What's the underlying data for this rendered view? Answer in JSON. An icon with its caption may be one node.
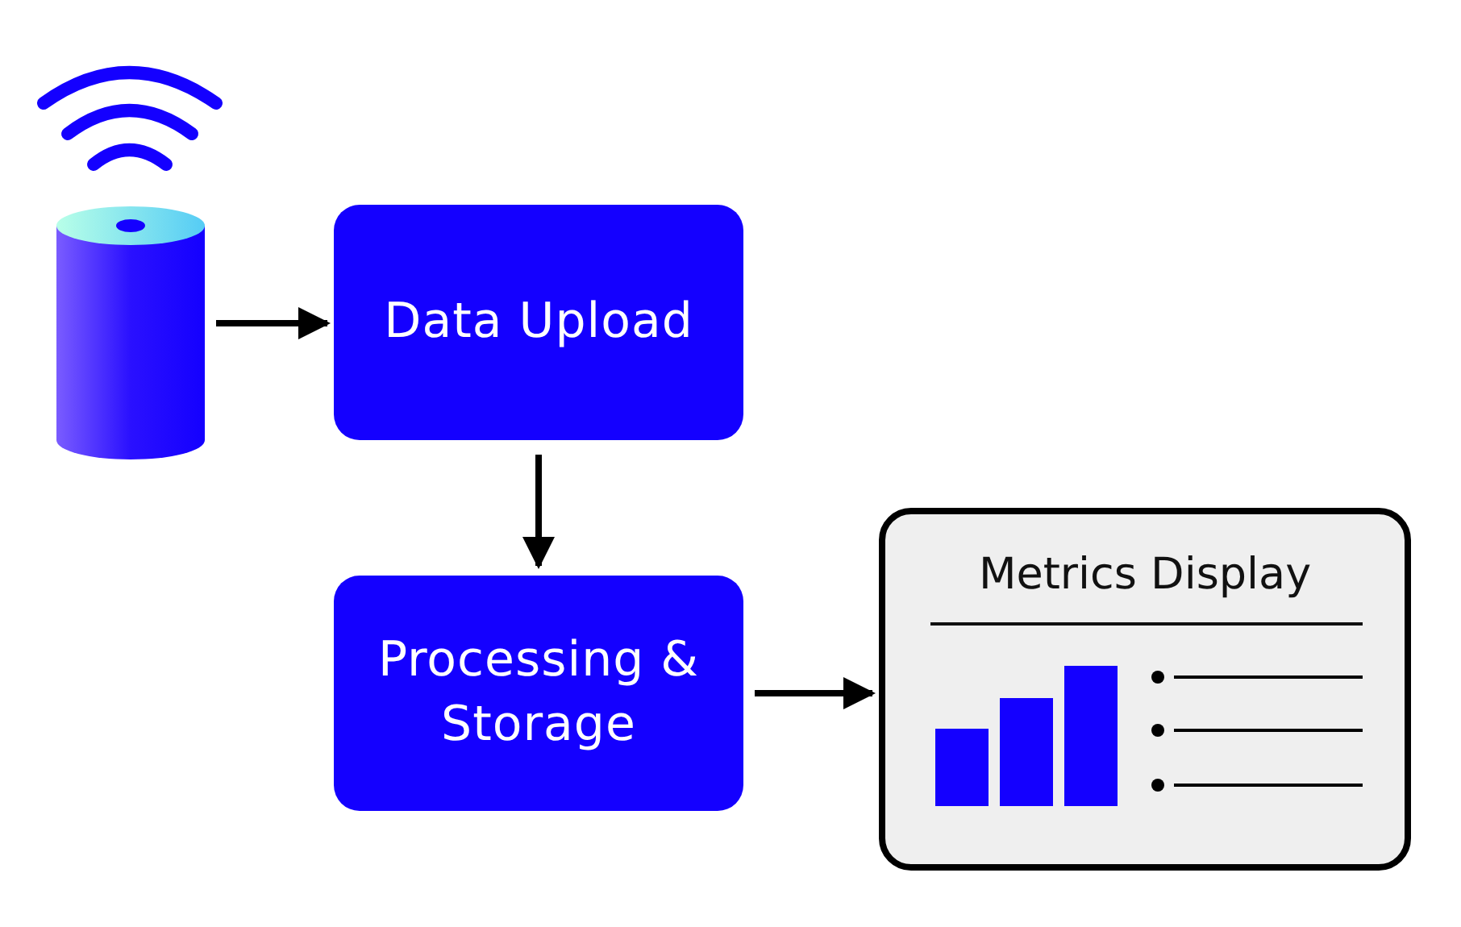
{
  "diagram": {
    "nodes": [
      {
        "text": [],
        "shape": "cylinder"
      },
      {
        "text": [
          "Data Upload"
        ]
      },
      {
        "text": [
          "Processing & Storage"
        ]
      },
      {
        "text": [
          "Metrics Display"
        ]
      }
    ],
    "edges": [
      {
        "from": 0,
        "to": 1,
        "arrow": "to"
      },
      {
        "from": 1,
        "to": 2,
        "arrow": "to"
      },
      {
        "from": 2,
        "to": 3,
        "arrow": "to"
      }
    ]
  }
}
